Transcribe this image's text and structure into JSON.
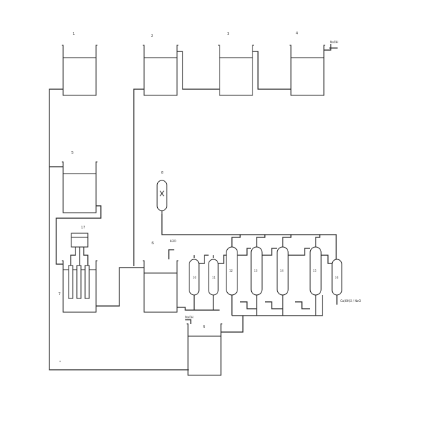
{
  "diagram": {
    "tank_labels": {
      "t1": "1",
      "t2": "2",
      "t3": "3",
      "t4": "4",
      "t5": "5",
      "t6": "6",
      "t7": "7",
      "t8": "8",
      "t9": "9"
    },
    "column_labels": [
      "10",
      "11",
      "12",
      "13",
      "14",
      "15",
      "16"
    ],
    "small_vessel_label": "17",
    "feed_labels": {
      "top_right": "NaOH",
      "tank6_in": "H2O",
      "tank9_in": "NaOH"
    },
    "outlet_label": "Ca(OH)2 / NaCl",
    "return_mark": "+"
  }
}
